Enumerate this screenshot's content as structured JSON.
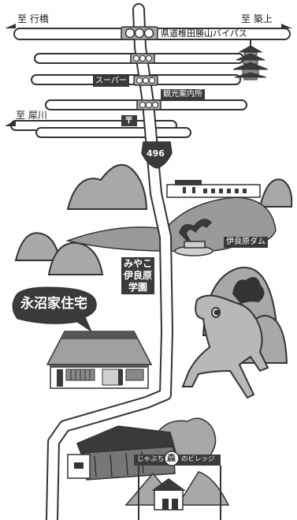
{
  "directions": {
    "gyohashi": "至 行橋",
    "tsuiki": "至 築上",
    "honogawa": "至 犀川"
  },
  "roads": {
    "bypass": "県道椎田勝山バイパス",
    "route_number": "496"
  },
  "places": {
    "supermarket": "スーパー",
    "tourist_info": "観光案内所",
    "dam": "伊良原ダム",
    "school": "みやこ伊良原学園",
    "school_lines": [
      "みやこ",
      "伊良原",
      "学園"
    ],
    "residence": "永沼家住宅",
    "village": "じゃぶち森のビレッジ",
    "village_prefix": "じゃぶち",
    "village_kanji": "森",
    "village_suffix": "のビレッジ"
  },
  "icons": {
    "post_office": "〒"
  },
  "colors": {
    "road_fill": "#ffffff",
    "road_outline": "#333333",
    "hill": "#a8a8a8",
    "water": "#9a9a9a",
    "dark": "#3a3a3a"
  }
}
